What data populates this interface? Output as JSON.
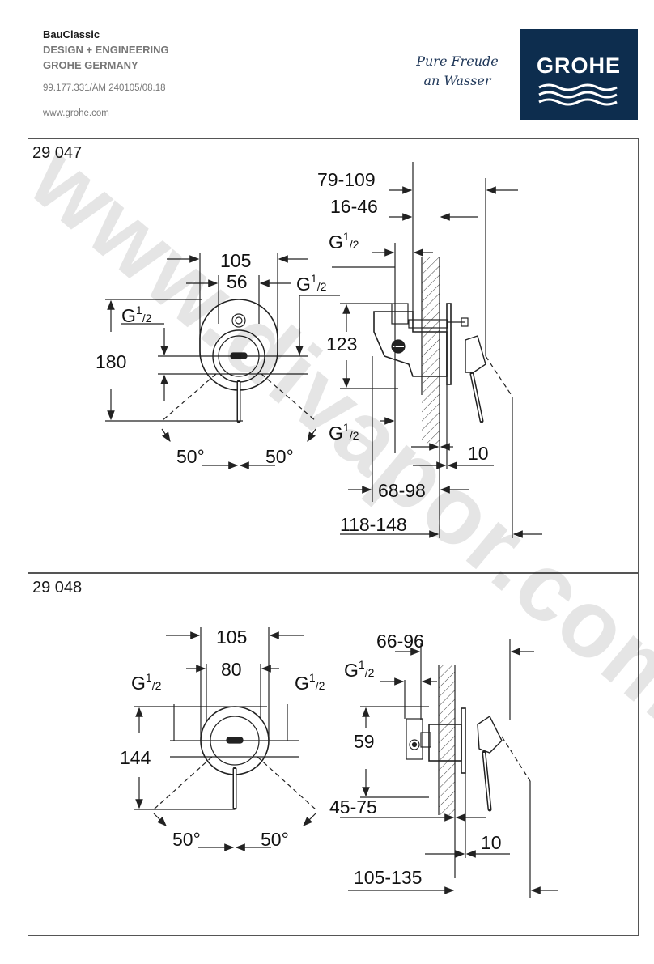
{
  "header": {
    "product": "BauClassic",
    "line2": "DESIGN + ENGINEERING",
    "line3": "GROHE GERMANY",
    "doc_number": "99.177.331/ÄM 240105/08.18",
    "website": "www.grohe.com"
  },
  "tagline": {
    "line1": "Pure Freude",
    "line2": "an Wasser"
  },
  "logo": {
    "brand": "GROHE",
    "bg_color": "#0d2d4e",
    "icon": "water-waves-icon"
  },
  "watermark": "www.divapor.com",
  "panel1": {
    "label": "29 047",
    "dims": {
      "d79_109": "79-109",
      "d16_46": "16-46",
      "g_top": "G",
      "d105": "105",
      "d56": "56",
      "g_right": "G",
      "g_left": "G",
      "d180": "180",
      "d123": "123",
      "g_bottom": "G",
      "a50_left": "50°",
      "a50_right": "50°",
      "d10": "10",
      "d68_98": "68-98",
      "d118_148": "118-148"
    }
  },
  "panel2": {
    "label": "29 048",
    "dims": {
      "d105": "105",
      "d80": "80",
      "g_left": "G",
      "g_right": "G",
      "g_side": "G",
      "d66_96": "66-96",
      "d144": "144",
      "d59": "59",
      "d45_75": "45-75",
      "a50_left": "50°",
      "a50_right": "50°",
      "d10": "10",
      "d105_135": "105-135"
    }
  },
  "fraction": {
    "num": "1",
    "den": "/2"
  }
}
